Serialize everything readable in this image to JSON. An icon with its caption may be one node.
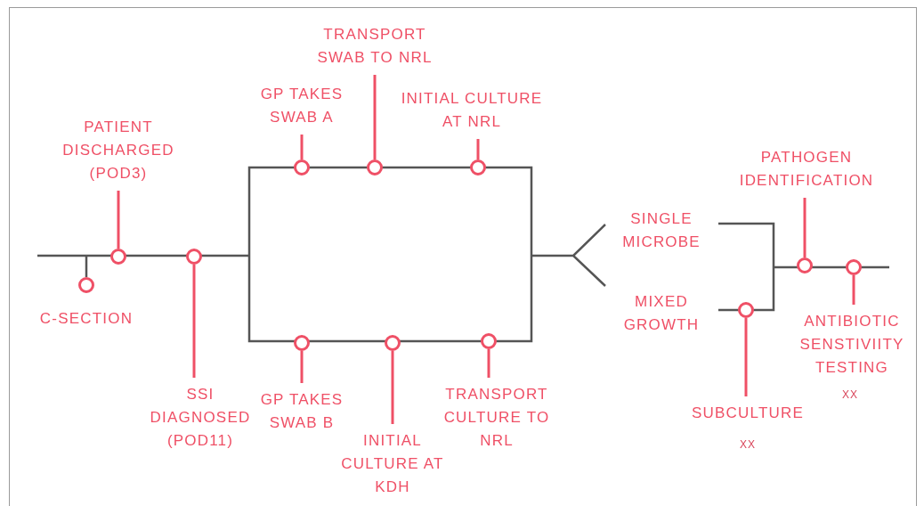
{
  "diagram": {
    "nodes": [
      {
        "text": [
          "PATIENT DISCHARGED (POD3)"
        ]
      },
      {
        "text": [
          "C-SECTION"
        ]
      },
      {
        "text": [
          "SSI DIAGNOSED (POD11)"
        ]
      },
      {
        "text": [
          "GP TAKES SWAB A"
        ]
      },
      {
        "text": [
          "GP TAKES SWAB B"
        ]
      },
      {
        "text": [
          "TRANSPORT SWAB TO NRL"
        ]
      },
      {
        "text": [
          "INITIAL CULTURE AT KDH"
        ]
      },
      {
        "text": [
          "INITIAL CULTURE AT NRL"
        ]
      },
      {
        "text": [
          "TRANSPORT CULTURE TO NRL"
        ]
      },
      {
        "text": [
          "SUBCULTURE"
        ]
      },
      {
        "text": [
          "PATHOGEN IDENTIFICATION"
        ]
      },
      {
        "text": [
          "ANTIBIOTIC SENSTIVIITY TESTING"
        ]
      },
      {
        "text": [],
        "shape": "circle"
      },
      {
        "text": [],
        "shape": "circle"
      },
      {
        "text": [],
        "shape": "circle"
      },
      {
        "text": [],
        "shape": "circle"
      },
      {
        "text": [],
        "shape": "circle"
      },
      {
        "text": [],
        "shape": "circle"
      },
      {
        "text": [],
        "shape": "circle"
      },
      {
        "text": [],
        "shape": "circle"
      },
      {
        "text": [],
        "shape": "circle"
      },
      {
        "text": [],
        "shape": "circle"
      },
      {
        "text": [],
        "shape": "circle"
      },
      {
        "text": [],
        "shape": "circle"
      }
    ],
    "edges": [
      {
        "from": 0,
        "to": 12,
        "arrow": "none"
      },
      {
        "from": 2,
        "to": 14,
        "arrow": "none"
      },
      {
        "from": 3,
        "to": 15,
        "arrow": "none"
      },
      {
        "from": 4,
        "to": 16,
        "arrow": "none"
      },
      {
        "from": 5,
        "to": 17,
        "arrow": "none"
      },
      {
        "from": 6,
        "to": 18,
        "arrow": "none"
      },
      {
        "from": 7,
        "to": 19,
        "arrow": "none"
      },
      {
        "from": 8,
        "to": 20,
        "arrow": "none"
      },
      {
        "from": 9,
        "to": 21,
        "arrow": "none"
      },
      {
        "from": 10,
        "to": 22,
        "arrow": "none"
      },
      {
        "from": 11,
        "to": 23,
        "arrow": "none"
      }
    ],
    "labels": [
      "SINGLE MICROBE",
      "MIXED GROWTH",
      "XX",
      "XX"
    ]
  }
}
